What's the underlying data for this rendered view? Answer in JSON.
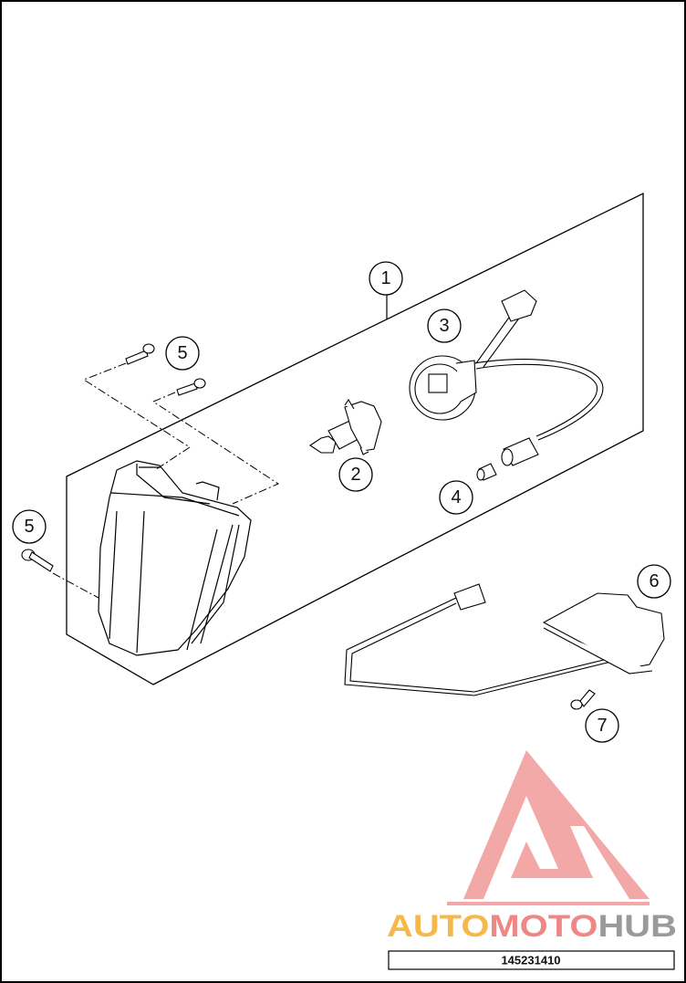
{
  "diagram": {
    "part_code": "145231410",
    "callouts": [
      {
        "id": "c1",
        "label": "1"
      },
      {
        "id": "c2",
        "label": "2"
      },
      {
        "id": "c3",
        "label": "3"
      },
      {
        "id": "c4",
        "label": "4"
      },
      {
        "id": "c5a",
        "label": "5"
      },
      {
        "id": "c5b",
        "label": "5"
      },
      {
        "id": "c6",
        "label": "6"
      },
      {
        "id": "c7",
        "label": "7"
      }
    ]
  },
  "watermark": {
    "part1": "AUTO",
    "part2": "MOTO",
    "part3": "HUB",
    "colors": {
      "auto": "#f6b84a",
      "moto": "#ef8787",
      "hub": "#9a9a9a",
      "logo": "#f29a9a"
    }
  }
}
